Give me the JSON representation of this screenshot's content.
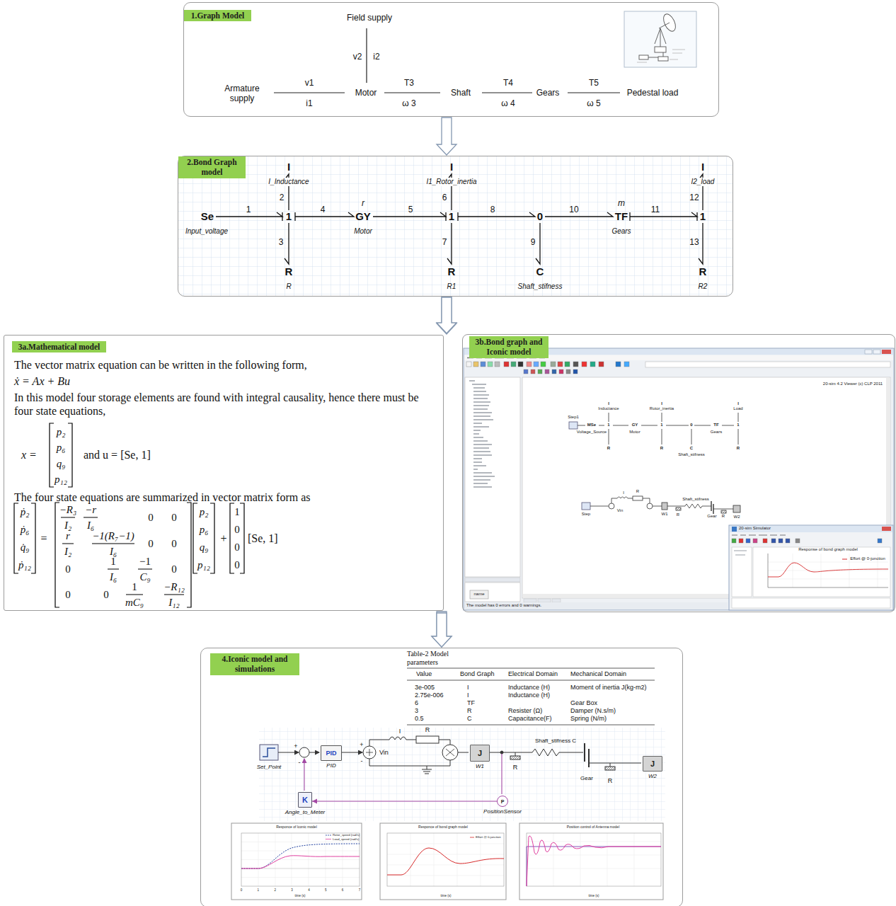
{
  "diagram": {
    "nodes": [
      {
        "text": [
          "1.Graph Model"
        ]
      },
      {
        "text": [
          "2.Bond Graph model"
        ]
      },
      {
        "text": [
          "3a.Mathematical model"
        ]
      },
      {
        "text": [
          "3b.Bond graph and Iconic model"
        ]
      },
      {
        "text": [
          "4.Iconic model and simulations"
        ]
      },
      {
        "text": [
          "PID",
          "PID"
        ],
        "in": 4
      },
      {
        "text": [
          "J",
          "W1"
        ],
        "in": 4
      },
      {
        "text": [
          "J",
          "W2"
        ],
        "in": 4
      },
      {
        "text": [
          "K",
          "Angle_to_Meter"
        ],
        "in": 4
      },
      {
        "text": [
          "P",
          "PositionSensor"
        ],
        "in": 4
      }
    ],
    "edges": [
      {
        "from": 0,
        "to": 1,
        "arrow": "to"
      },
      {
        "from": 1,
        "to": 2,
        "arrow": "to"
      },
      {
        "from": 1,
        "to": 3,
        "arrow": "to"
      },
      {
        "from": 2,
        "to": 4,
        "arrow": "to"
      },
      {
        "from": 3,
        "to": 4,
        "arrow": "to"
      },
      {
        "from": 9,
        "to": 8,
        "arrow": "to"
      }
    ],
    "labels": [
      "Field supply",
      "v2",
      "i2",
      "Armature supply",
      "v1",
      "i1",
      "Motor",
      "T3",
      "ω 3",
      "Shaft",
      "T4",
      "ω 4",
      "Gears",
      "T5",
      "ω 5",
      "Pedestal load",
      "Se",
      "Input_voltage",
      "1",
      "1",
      "I",
      "I_Inductance",
      "2",
      "3",
      "R",
      "R",
      "4",
      "r",
      "GY",
      "Motor",
      "5",
      "1",
      "I",
      "I1_Rotor_inertia",
      "6",
      "7",
      "R",
      "R1",
      "8",
      "0",
      "9",
      "C",
      "Shaft_stifness",
      "10",
      "m",
      "TF",
      "Gears",
      "11",
      "1",
      "I",
      "I2_load",
      "12",
      "13",
      "R",
      "R2",
      "The vector matrix equation can be written in the following form,",
      "ẋ = Ax + Bu",
      "In this model four storage elements are found with integral causality, hence there must be four state equations,",
      "x =",
      "p₂",
      "p₆",
      "q₉",
      "p₁₂",
      "and u = [Se, 1]",
      "The four state equations are summarized in vector matrix form as",
      "ṗ₂",
      "ṗ₆",
      "q̇₉",
      "ṗ₁₂",
      "=",
      "−R₃",
      "I₂",
      "−r",
      "I₆",
      "0",
      "0",
      "r",
      "I₂",
      "−1(R₇−1)",
      "I₆",
      "0",
      "0",
      "0",
      "1",
      "I₆",
      "−1",
      "C₉",
      "0",
      "0",
      "0",
      "1",
      "mC₉",
      "−R₁₂",
      "I₁₂",
      "p₂",
      "p₆",
      "q₉",
      "p₁₂",
      "+",
      "1",
      "0",
      "0",
      "0",
      "[Se, 1]",
      "Step1",
      "MSe",
      "Voltage_Source",
      "1",
      "I",
      "Inductance",
      "R",
      "GY",
      "Motor",
      "1",
      "I",
      "Rotor_inertia",
      "R",
      "0",
      "C",
      "Shaft_stifness",
      "TF",
      "Gears",
      "1",
      "I",
      "Load",
      "R",
      "20-sim 4.2 Viewer (c) CLP 2011",
      "Step",
      "Vin",
      "I",
      "R",
      "W1",
      "R",
      "Shaft_stifness",
      "Gear",
      "R",
      "W2",
      "20-sim Simulator",
      "Response of bond graph model",
      "Effort @ 0-junction",
      "name",
      "The model has 0 errors and 0 warnings.",
      "Table-2 Model parameters",
      "Value",
      "Bond Graph",
      "Electrical Domain",
      "Mechanical Domain",
      "3e-005",
      "I",
      "Inductance (H)",
      "Moment of inertia J(kg-m2)",
      "2.75e-006",
      "I",
      "Inductance (H)",
      "6",
      "TF",
      "Gear Box",
      "3",
      "R",
      "Resister (Ω)",
      "Damper (N.s/m)",
      "0.5",
      "C",
      "Capacitance(F)",
      "Spring (N/m)",
      "Set_Point",
      "+",
      "-",
      "+",
      "-",
      "Vin",
      "I",
      "R",
      "R",
      "Shaft_stifness C",
      "Gear",
      "R",
      "Responce of Iconic model",
      "Rotor_speed (rad/s)",
      "Load_speed (rad/s)",
      "Responce of bond graph model",
      "Effort @ 0-junction",
      "Position control of Antenna model",
      "time (s)",
      "time (s)",
      "time (s)",
      "0",
      "1",
      "2",
      "3",
      "4",
      "5",
      "6",
      "7"
    ]
  }
}
